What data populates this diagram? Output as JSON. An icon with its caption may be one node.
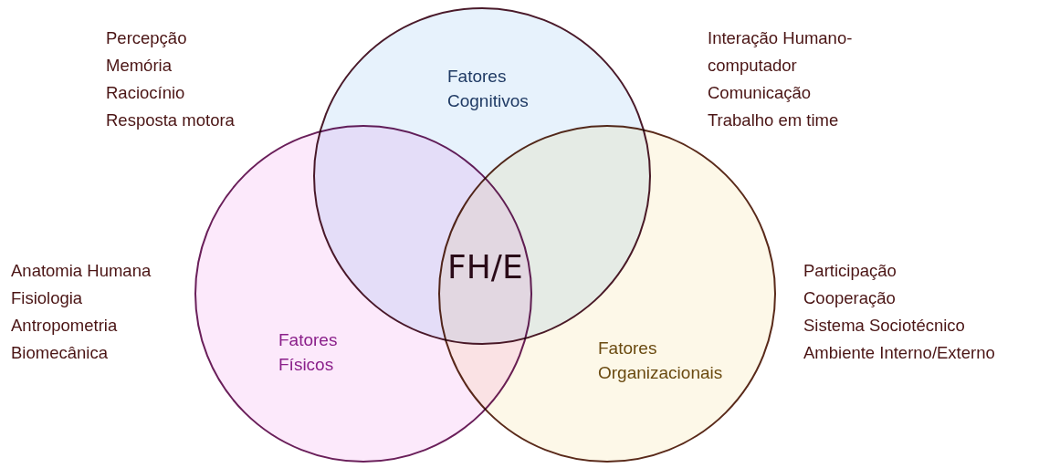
{
  "diagram": {
    "nodes": [
      {
        "text": [
          "Fatores Cognitivos"
        ]
      },
      {
        "text": [
          "Fatores Físicos"
        ]
      },
      {
        "text": [
          "Fatores Organizacionais"
        ]
      },
      {
        "text": [
          "FH/E"
        ]
      }
    ],
    "labels": [
      "Percepção",
      "Memória",
      "Raciocínio",
      "Resposta motora",
      "Interação Humano-computador",
      "Comunicação",
      "Trabalho em time",
      "Anatomia Humana",
      "Fisiologia",
      "Antropometria",
      "Biomecânica",
      "Participação",
      "Cooperação",
      "Sistema Sociotécnico",
      "Ambiente Interno/Externo"
    ]
  }
}
